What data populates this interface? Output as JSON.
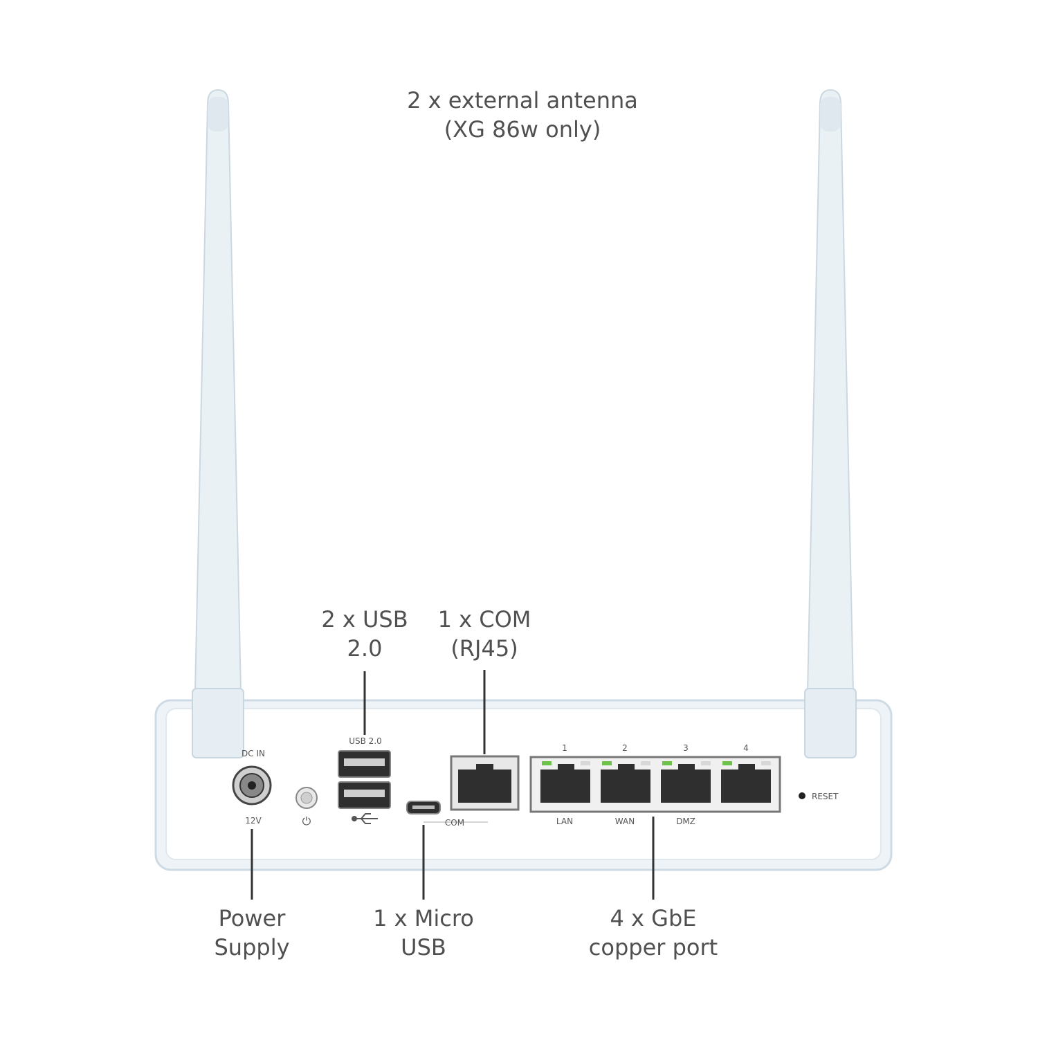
{
  "labels": {
    "antenna": {
      "line1": "2 x external antenna",
      "line2": "(XG 86w only)"
    },
    "usb": {
      "line1": "2 x USB",
      "line2": "2.0"
    },
    "com": {
      "line1": "1 x COM",
      "line2": "(RJ45)"
    },
    "power": {
      "line1": "Power",
      "line2": "Supply"
    },
    "micro_usb": {
      "line1": "1 x Micro",
      "line2": "USB"
    },
    "gbe": {
      "line1": "4 x GbE",
      "line2": "copper port"
    }
  },
  "panel": {
    "dc_in": "DC IN",
    "voltage": "12V",
    "power_symbol": "⏻",
    "usb_header": "USB 2.0",
    "com_port": "COM",
    "reset": "RESET",
    "port_numbers": [
      "1",
      "2",
      "3",
      "4"
    ],
    "port_names": [
      "LAN",
      "WAN",
      "DMZ"
    ]
  },
  "colors": {
    "device_body": "#eef4f8",
    "device_border": "#d3dee6",
    "antenna": "#e9f0f5",
    "port_dark": "#2f2f2f",
    "led_green": "#6cc24a"
  }
}
